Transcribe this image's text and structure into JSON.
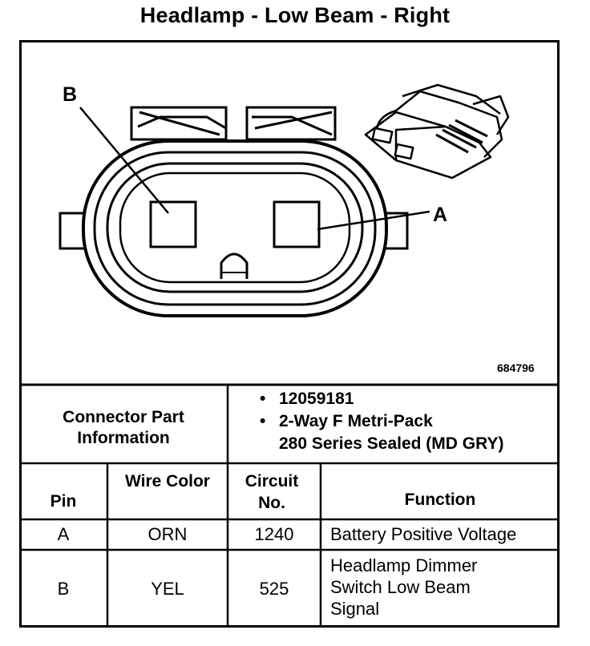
{
  "title": "Headlamp - Low Beam - Right",
  "figure_ref": "684796",
  "callouts": {
    "b": "B",
    "a": "A"
  },
  "connector_info": {
    "label": "Connector Part Information",
    "items": [
      "12059181",
      "2-Way F Metri-Pack",
      "280 Series Sealed (MD GRY)"
    ]
  },
  "table": {
    "headers": {
      "pin": "Pin",
      "wire_color": "Wire Color",
      "circuit": "Circuit No.",
      "function": "Function"
    },
    "rows": [
      {
        "pin": "A",
        "wire_color": "ORN",
        "circuit": "1240",
        "function": "Battery Positive Voltage"
      },
      {
        "pin": "B",
        "wire_color": "YEL",
        "circuit": "525",
        "function": "Headlamp Dimmer Switch Low Beam Signal"
      }
    ]
  }
}
